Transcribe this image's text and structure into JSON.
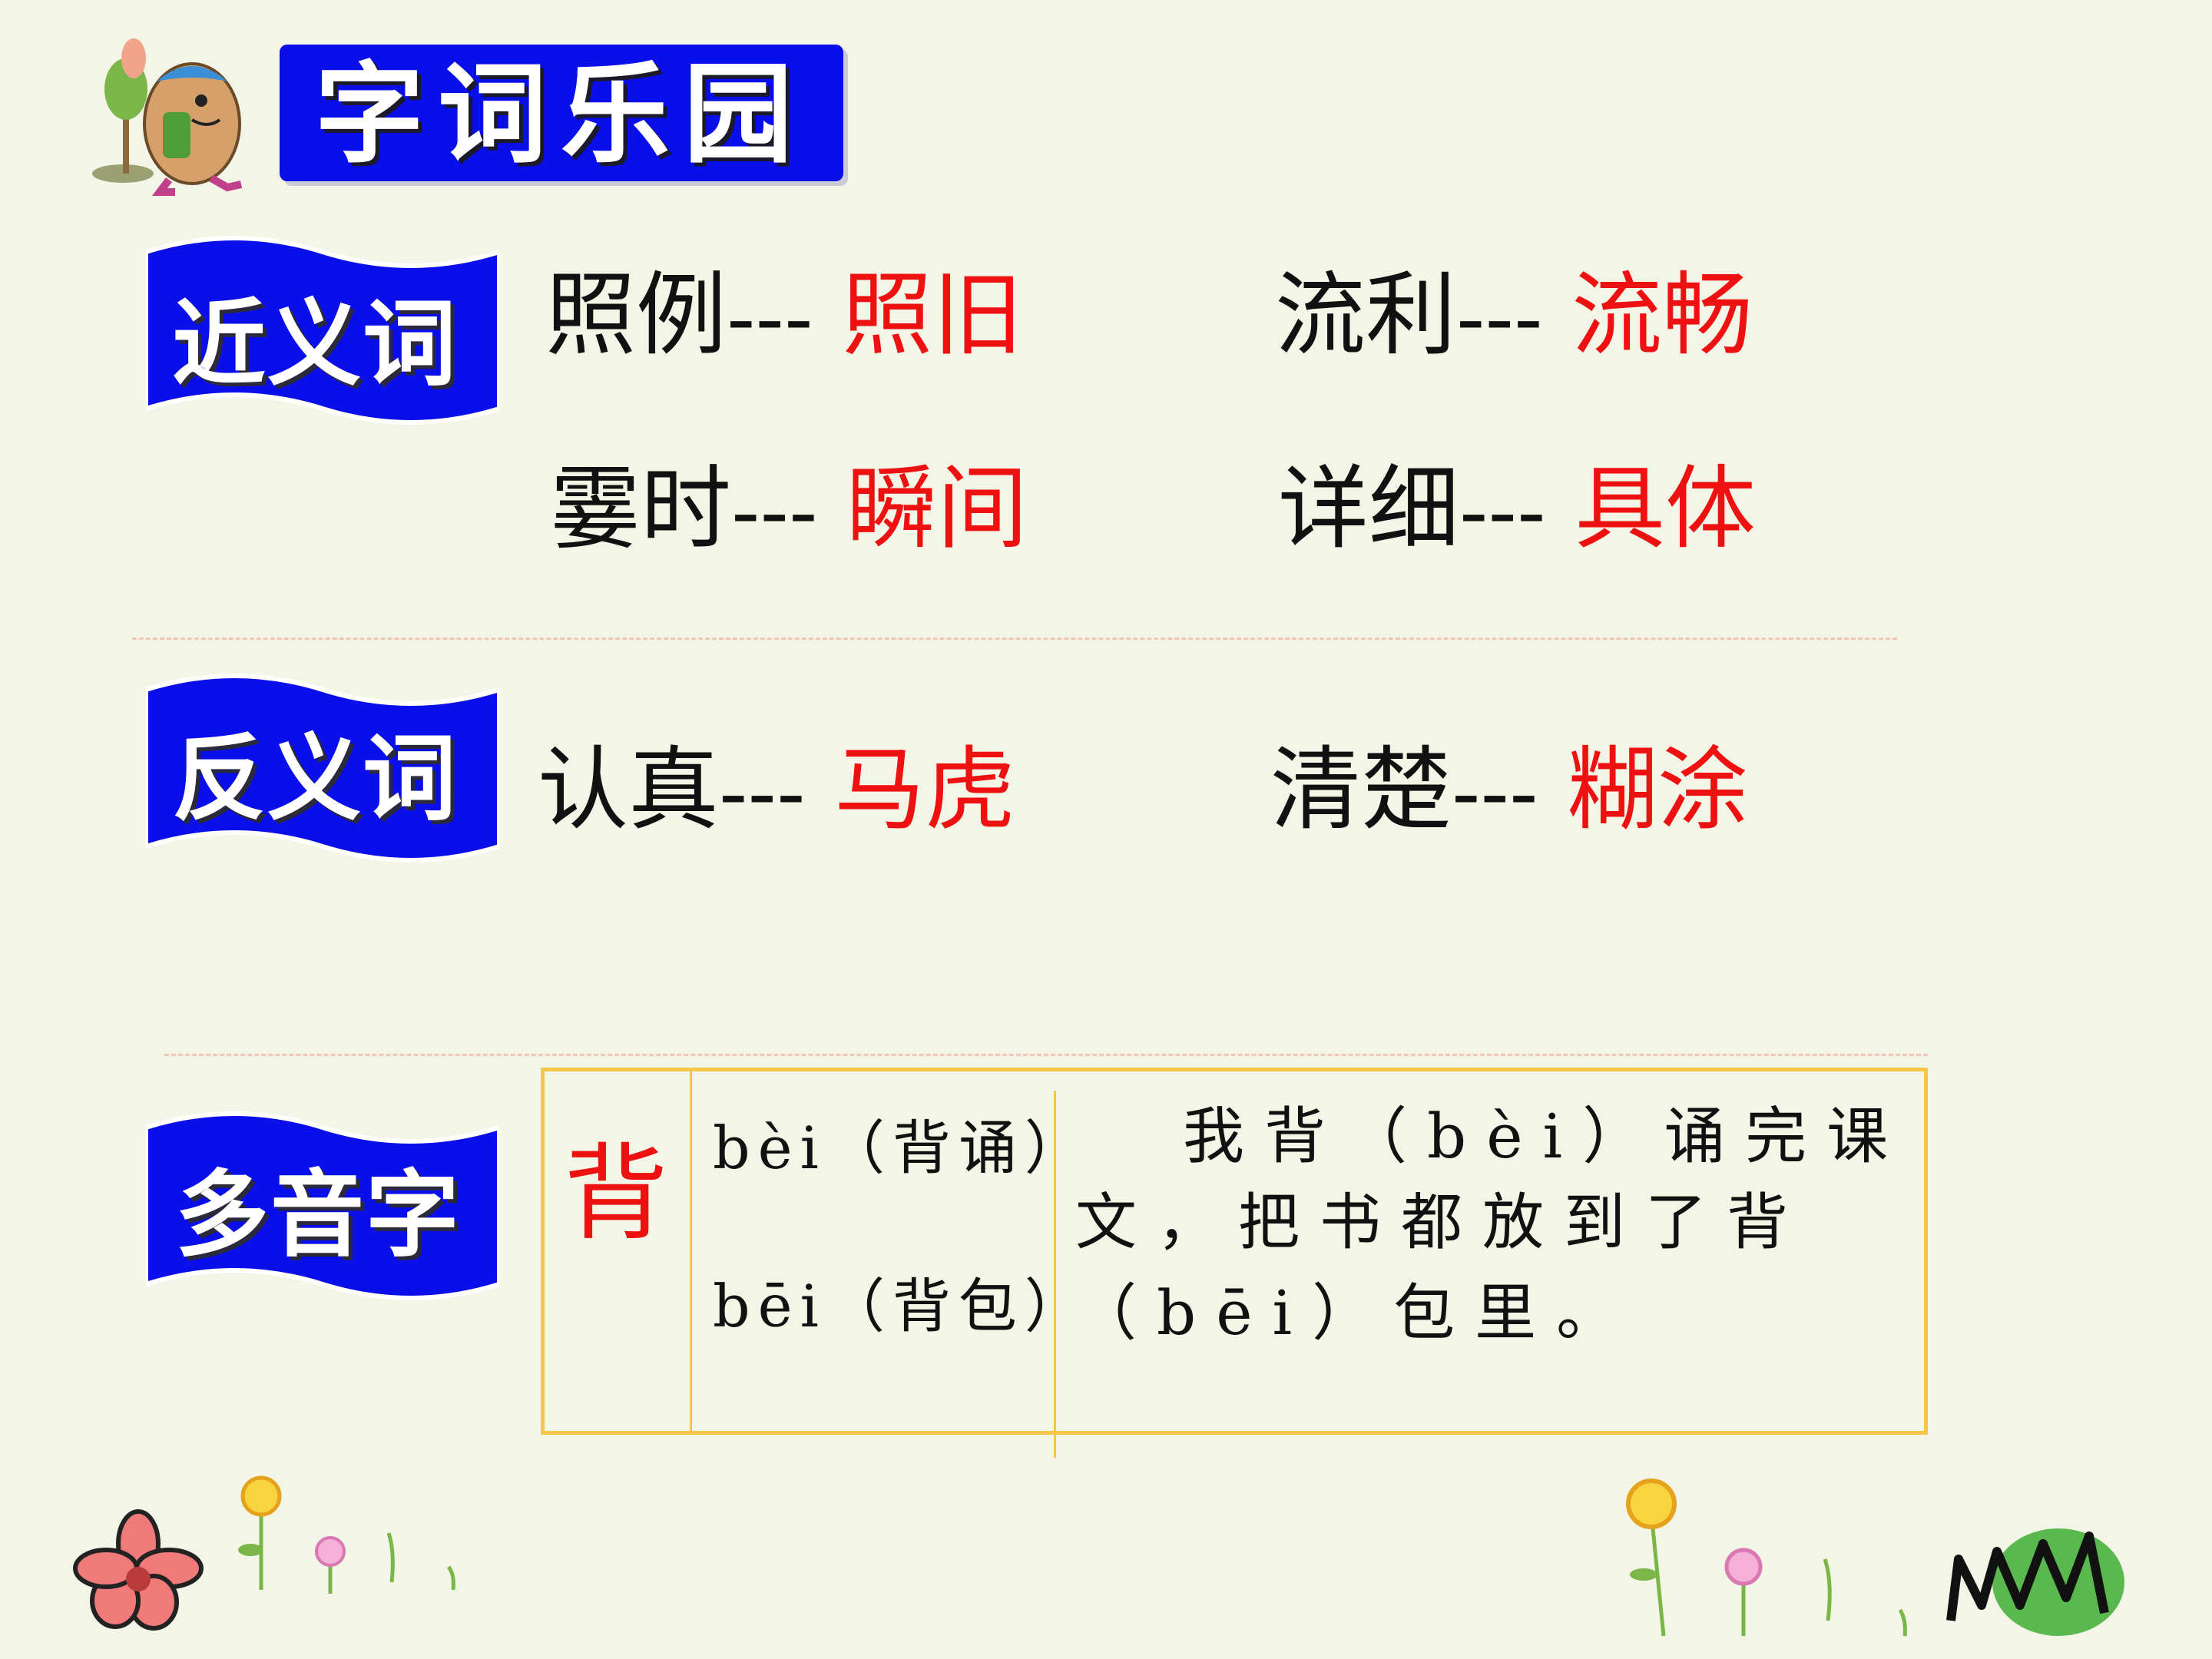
{
  "title": "字词乐园",
  "synonyms": {
    "label": "近义词",
    "pairs": [
      {
        "word": "照例",
        "dash": "---",
        "answer": "照旧"
      },
      {
        "word": "流利",
        "dash": "---",
        "answer": "流畅"
      },
      {
        "word": "霎时",
        "dash": "---",
        "answer": "瞬间"
      },
      {
        "word": "详细",
        "dash": "---",
        "answer": "具体"
      }
    ]
  },
  "antonyms": {
    "label": "反义词",
    "pairs": [
      {
        "word": "认真",
        "dash": "---",
        "answer": "马虎"
      },
      {
        "word": "清楚",
        "dash": "---",
        "answer": "糊涂"
      }
    ]
  },
  "polyphone": {
    "label": "多音字",
    "character": "背",
    "readings": [
      {
        "pinyin": "bèi",
        "example": "（背诵）"
      },
      {
        "pinyin": "bēi",
        "example": "（背包）"
      }
    ],
    "sentence": {
      "line1": "我背（bèi）诵完课",
      "line2": "文，把书都放到了背",
      "line3": "（bēi）包里。"
    }
  },
  "colors": {
    "banner_blue": "#0a0ee8",
    "answer_red": "#ee1111",
    "table_border": "#f4c64a",
    "background": "#f3f6e6"
  }
}
